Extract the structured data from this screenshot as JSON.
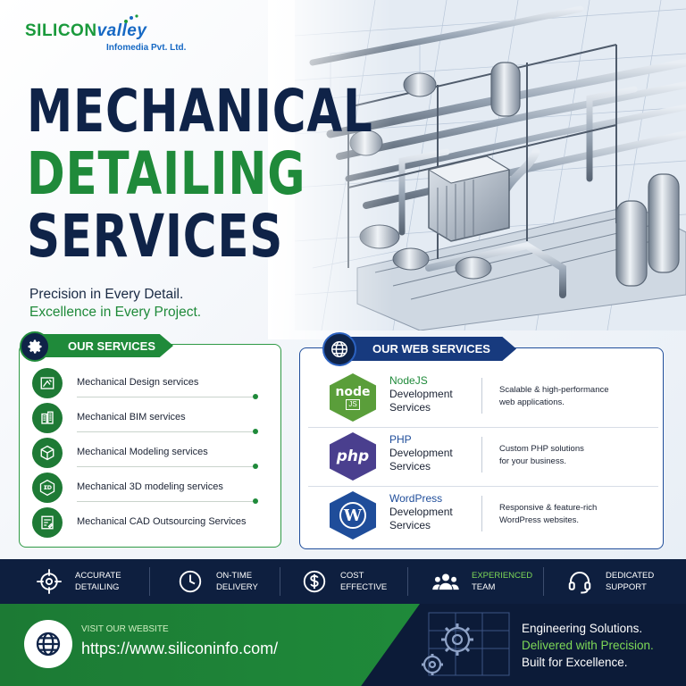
{
  "logo": {
    "brand_part1": "SILICON",
    "brand_part2": "valley",
    "subtitle": "Infomedia Pvt. Ltd."
  },
  "headline": {
    "line1": "MECHANICAL",
    "line2": "DETAILING",
    "line3": "SERVICES"
  },
  "tagline": {
    "line1": "Precision in Every Detail.",
    "line2": "Excellence in Every Project."
  },
  "services": {
    "title": "OUR SERVICES",
    "items": [
      {
        "label": "Mechanical Design services",
        "icon": "drafting-icon"
      },
      {
        "label": "Mechanical BIM services",
        "icon": "building-icon"
      },
      {
        "label": "Mechanical Modeling services",
        "icon": "cube-icon"
      },
      {
        "label": "Mechanical 3D modeling services",
        "icon": "3d-icon"
      },
      {
        "label": "Mechanical CAD Outsourcing Services",
        "icon": "cad-document-icon"
      }
    ]
  },
  "web_services": {
    "title": "OUR WEB SERVICES",
    "items": [
      {
        "logo_text": "node",
        "logo_sub": "JS",
        "tech": "NodeJS",
        "line2": "Development",
        "line3": "Services",
        "desc1": "Scalable & high-performance",
        "desc2": "web applications."
      },
      {
        "logo_text": "php",
        "tech": "PHP",
        "line2": "Development",
        "line3": "Services",
        "desc1": "Custom PHP solutions",
        "desc2": "for your business."
      },
      {
        "logo_text": "W",
        "tech": "WordPress",
        "line2": "Development",
        "line3": "Services",
        "desc1": "Responsive & feature-rich",
        "desc2": "WordPress websites."
      }
    ]
  },
  "features": [
    {
      "line1": "ACCURATE",
      "line2": "DETAILING",
      "icon": "target-icon"
    },
    {
      "line1": "ON-TIME",
      "line2": "DELIVERY",
      "icon": "clock-icon"
    },
    {
      "line1": "COST",
      "line2": "EFFECTIVE",
      "icon": "dollar-icon"
    },
    {
      "line1": "EXPERIENCED",
      "line2": "TEAM",
      "icon": "team-icon"
    },
    {
      "line1": "DEDICATED",
      "line2": "SUPPORT",
      "icon": "headset-icon"
    }
  ],
  "footer": {
    "visit_label": "VISIT OUR WEBSITE",
    "url": "https://www.siliconinfo.com/",
    "slogan1": "Engineering Solutions.",
    "slogan2": "Delivered with Precision.",
    "slogan3": "Built for Excellence."
  },
  "colors": {
    "navy": "#0f2348",
    "green": "#1f8a3a",
    "blue": "#1f4d9a",
    "accent_green": "#7ed957"
  }
}
